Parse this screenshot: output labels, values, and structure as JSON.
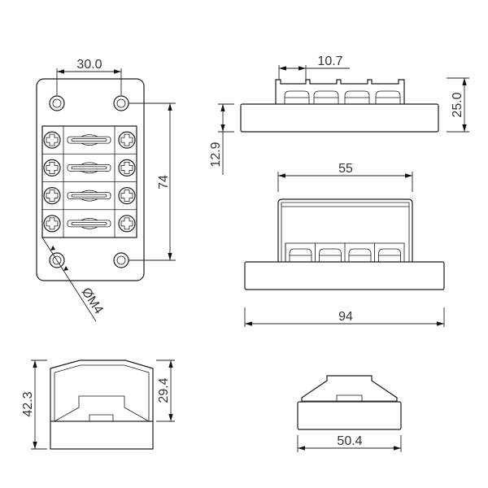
{
  "drawing": {
    "dimensions": {
      "hole_spacing_width": "30.0",
      "hole_spacing_length": "74",
      "hole_size": "ØM4",
      "terminal_pitch": "10.7",
      "total_height_side": "25.0",
      "base_height": "12.9",
      "cover_width": "55",
      "overall_length": "94",
      "overall_height_end": "42.3",
      "cover_height": "29.4",
      "overall_width": "50.4"
    },
    "fuse_positions": 4,
    "line_color": "#1a1a1a"
  }
}
